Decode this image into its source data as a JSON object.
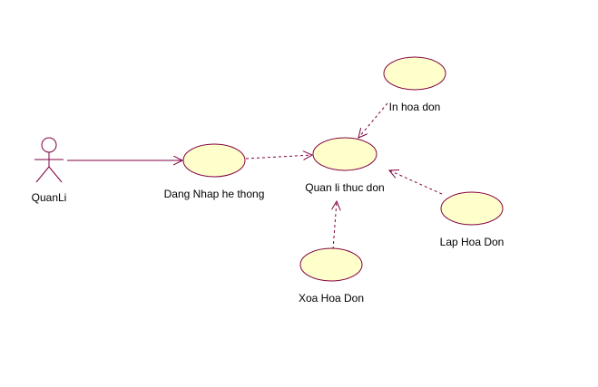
{
  "diagram": {
    "colors": {
      "stroke": "#800040",
      "usecase_fill": "#FFFFCC",
      "text": "#000000",
      "background": "#FFFFFF"
    },
    "actor": {
      "label": "QuanLi"
    },
    "use_cases": {
      "login": "Dang Nhap he thong",
      "manage_menu": "Quan li thuc don",
      "print_invoice": "In hoa don",
      "create_invoice": "Lap Hoa Don",
      "delete_invoice": "Xoa Hoa Don"
    }
  }
}
